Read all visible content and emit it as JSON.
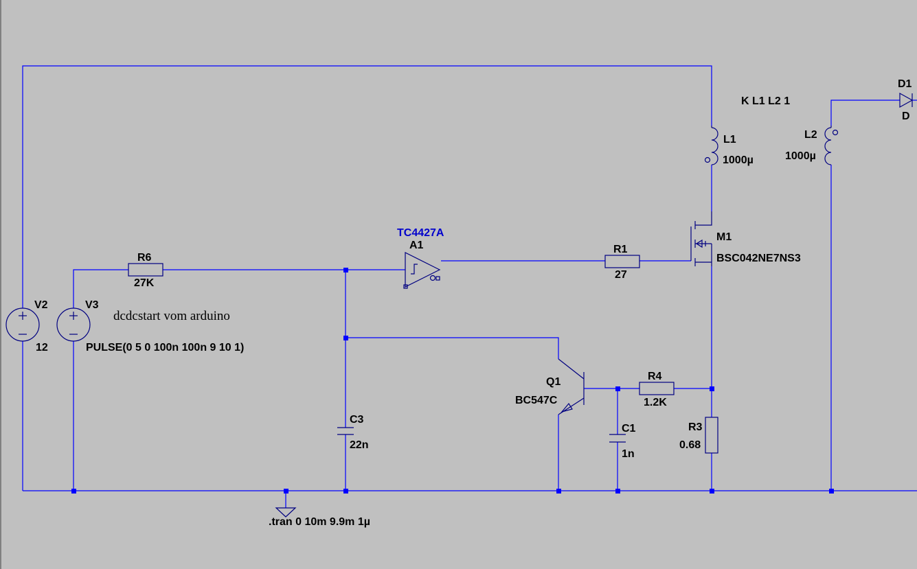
{
  "colors": {
    "background": "#c0c0c0",
    "wire": "#0000ff",
    "component": "#000080",
    "model_label": "#0000cc"
  },
  "components": {
    "V2": {
      "name": "V2",
      "value": "12"
    },
    "V3": {
      "name": "V3",
      "value": "PULSE(0 5 0 100n 100n 9 10 1)"
    },
    "R6": {
      "name": "R6",
      "value": "27K"
    },
    "A1": {
      "name": "A1",
      "model": "TC4427A"
    },
    "R1": {
      "name": "R1",
      "value": "27"
    },
    "M1": {
      "name": "M1",
      "model": "BSC042NE7NS3"
    },
    "L1": {
      "name": "L1",
      "value": "1000µ"
    },
    "L2": {
      "name": "L2",
      "value": "1000µ"
    },
    "D1": {
      "name": "D1",
      "model": "D"
    },
    "Q1": {
      "name": "Q1",
      "model": "BC547C"
    },
    "R4": {
      "name": "R4",
      "value": "1.2K"
    },
    "C1": {
      "name": "C1",
      "value": "1n"
    },
    "R3": {
      "name": "R3",
      "value": "0.68"
    },
    "C3": {
      "name": "C3",
      "value": "22n"
    }
  },
  "directives": {
    "coupling": "K L1 L2 1",
    "tran": ".tran 0 10m 9.9m 1µ"
  },
  "comment": "dcdcstart vom arduino"
}
